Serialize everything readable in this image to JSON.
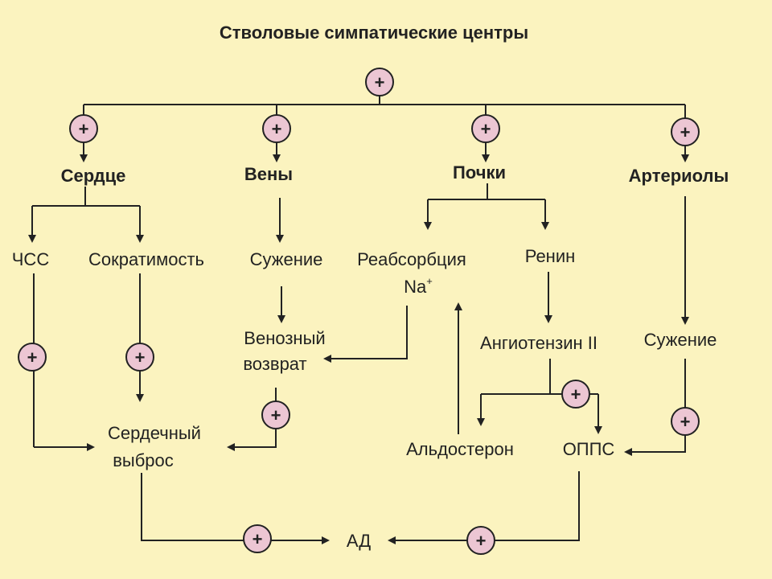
{
  "title": "Стволовые симпатические центры",
  "plus": "+",
  "nodes": {
    "heart": "Сердце",
    "veins": "Вены",
    "kidneys": "Почки",
    "arterioles": "Артериолы",
    "hr": "ЧСС",
    "contractility": "Сократимость",
    "vein_constriction": "Сужение",
    "reabsorption": "Реабсорбция",
    "na": "Na",
    "na_sup": "+",
    "renin": "Ренин",
    "venous_return_1": "Венозный",
    "venous_return_2": "возврат",
    "angiotensin": "Ангиотензин II",
    "arteriole_constriction": "Сужение",
    "cardiac_output_1": "Сердечный",
    "cardiac_output_2": "выброс",
    "aldosterone": "Альдостерон",
    "opps": "ОППС",
    "bp": "АД"
  },
  "colors": {
    "background": "#fbf3bf",
    "plus_fill": "#ecc6d3",
    "line": "#222222"
  }
}
